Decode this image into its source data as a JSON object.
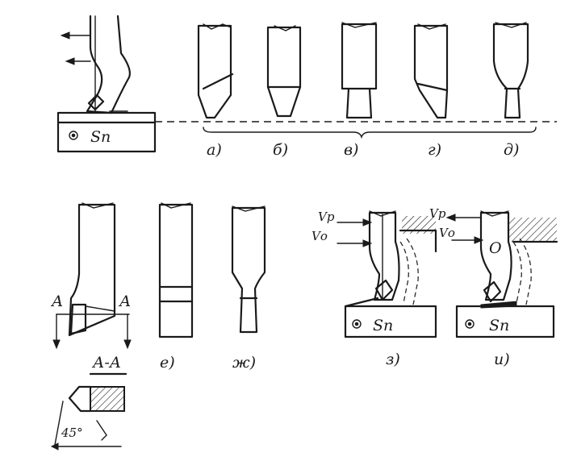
{
  "figure": {
    "panel_labels": [
      "а)",
      "б)",
      "в)",
      "г)",
      "д)",
      "е)",
      "ж)",
      "з)",
      "и)"
    ],
    "feed_label": "Sп",
    "section_mark": "А",
    "section_title": "А-А",
    "angle_label": "45°",
    "velocity_p": "Vр",
    "velocity_o": "Vо",
    "point_label": "О"
  }
}
